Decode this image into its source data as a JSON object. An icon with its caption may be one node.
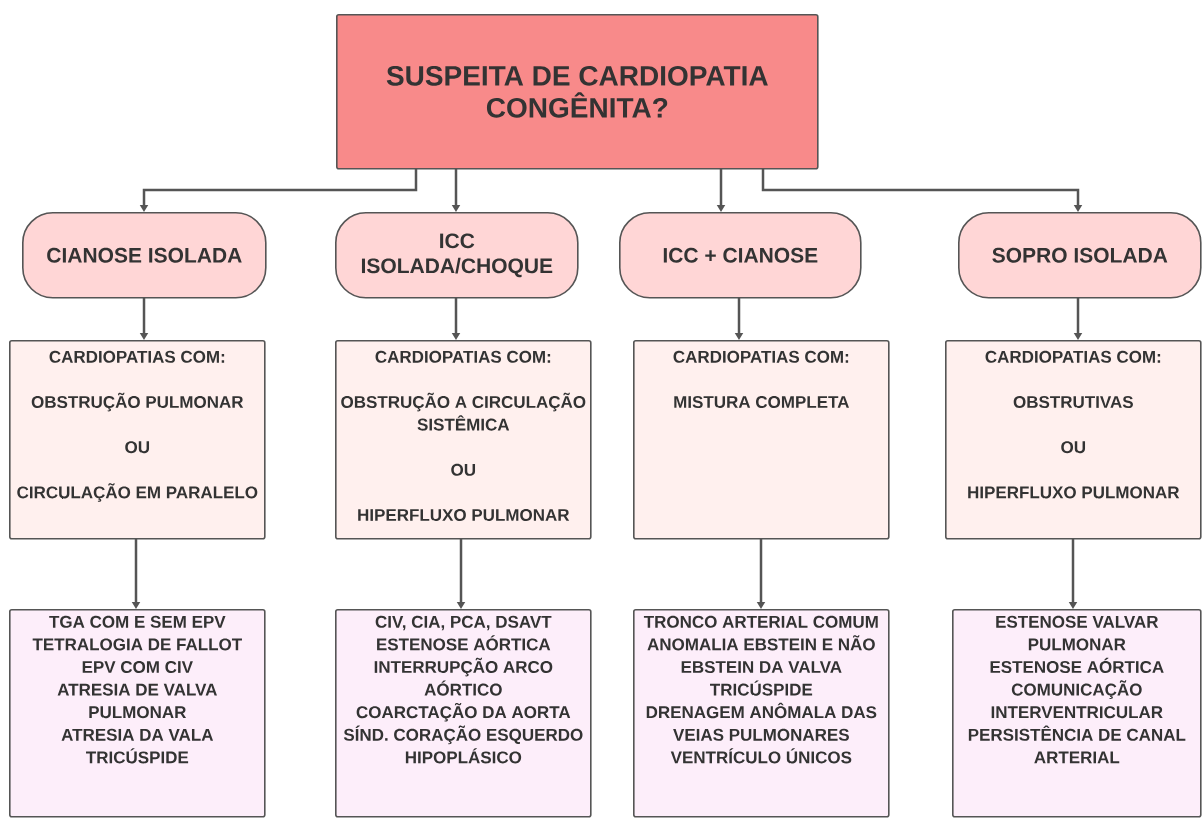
{
  "diagram": {
    "nodes": [
      {
        "text": [
          "SUSPEITA DE CARDIOPATIA CONGÊNITA?"
        ]
      },
      {
        "text": [
          "CIANOSE ISOLADA"
        ]
      },
      {
        "text": [
          "ICC ISOLADA/CHOQUE"
        ]
      },
      {
        "text": [
          "ICC + CIANOSE"
        ]
      },
      {
        "text": [
          "SOPRO ISOLADA"
        ]
      },
      {
        "text": [
          "CARDIOPATIAS COM:",
          "OBSTRUÇÃO PULMONAR",
          "OU",
          "CIRCULAÇÃO EM PARALELO"
        ]
      },
      {
        "text": [
          "CARDIOPATIAS COM:",
          "OBSTRUÇÃO A CIRCULAÇÃO SISTÊMICA",
          "OU",
          "HIPERFLUXO PULMONAR"
        ]
      },
      {
        "text": [
          "CARDIOPATIAS COM:",
          "MISTURA COMPLETA"
        ]
      },
      {
        "text": [
          "CARDIOPATIAS COM:",
          "OBSTRUTIVAS",
          "OU",
          "HIPERFLUXO PULMONAR"
        ]
      },
      {
        "text": [
          "TGA COM E SEM EPV",
          "TETRALOGIA DE FALLOT",
          "EPV COM CIV",
          "ATRESIA DE VALVA PULMONAR",
          "ATRESIA DA VALA TRICÚSPIDE"
        ]
      },
      {
        "text": [
          "CIV, CIA, PCA, DSAVT",
          "ESTENOSE AÓRTICA",
          "INTERRUPÇÃO ARCO AÓRTICO",
          "COARCTAÇÃO DA AORTA",
          "SÍND. CORAÇÃO ESQUERDO HIPOPLÁSICO"
        ]
      },
      {
        "text": [
          "TRONCO ARTERIAL COMUM",
          "ANOMALIA EBSTEIN E NÃO EBSTEIN DA VALVA TRICÚSPIDE",
          "DRENAGEM ANÔMALA DAS VEIAS PULMONARES",
          "VENTRÍCULO ÚNICOS"
        ]
      },
      {
        "text": [
          "ESTENOSE VALVAR PULMONAR",
          "ESTENOSE AÓRTICA",
          "COMUNICAÇÃO INTERVENTRICULAR",
          "PERSISTÊNCIA DE CANAL ARTERIAL"
        ]
      }
    ],
    "edges": [
      {
        "from": 0,
        "to": 1,
        "arrow": "to"
      },
      {
        "from": 0,
        "to": 2,
        "arrow": "to"
      },
      {
        "from": 0,
        "to": 3,
        "arrow": "to"
      },
      {
        "from": 0,
        "to": 4,
        "arrow": "to"
      },
      {
        "from": 1,
        "to": 5,
        "arrow": "to"
      },
      {
        "from": 2,
        "to": 6,
        "arrow": "to"
      },
      {
        "from": 3,
        "to": 7,
        "arrow": "to"
      },
      {
        "from": 4,
        "to": 8,
        "arrow": "to"
      },
      {
        "from": 5,
        "to": 9,
        "arrow": "to"
      },
      {
        "from": 6,
        "to": 10,
        "arrow": "to"
      },
      {
        "from": 7,
        "to": 11,
        "arrow": "to"
      },
      {
        "from": 8,
        "to": 12,
        "arrow": "to"
      }
    ]
  }
}
